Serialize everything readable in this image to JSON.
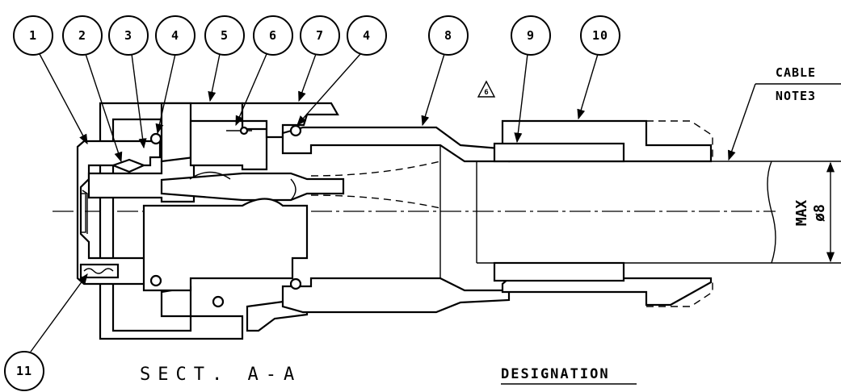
{
  "title": "SECT. A-A",
  "designation": "DESIGNATION",
  "cable": {
    "label": "CABLE",
    "note": "NOTE3"
  },
  "dimension": {
    "max_label": "MAX",
    "diameter_label": "ø8"
  },
  "revision_marker": "6",
  "callouts": [
    {
      "id": "callout-1",
      "label": "1"
    },
    {
      "id": "callout-2",
      "label": "2"
    },
    {
      "id": "callout-3",
      "label": "3"
    },
    {
      "id": "callout-4a",
      "label": "4"
    },
    {
      "id": "callout-5",
      "label": "5"
    },
    {
      "id": "callout-6",
      "label": "6"
    },
    {
      "id": "callout-7",
      "label": "7"
    },
    {
      "id": "callout-4b",
      "label": "4"
    },
    {
      "id": "callout-8",
      "label": "8"
    },
    {
      "id": "callout-9",
      "label": "9"
    },
    {
      "id": "callout-10",
      "label": "10"
    },
    {
      "id": "callout-11",
      "label": "11"
    }
  ],
  "colors": {
    "ink": "#000000",
    "paper": "#ffffff"
  }
}
